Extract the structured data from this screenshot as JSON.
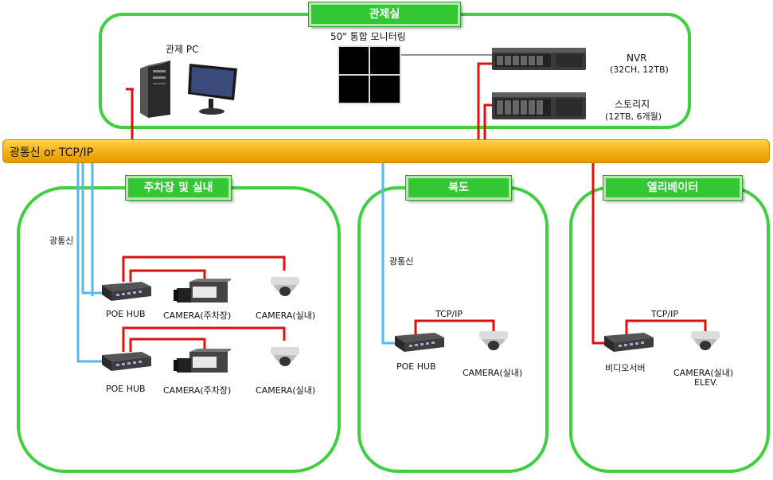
{
  "control_room": {
    "title": "관제실",
    "pc_label": "관제 PC",
    "monitor_label": "50\" 통합 모니터링",
    "nvr_label": "NVR",
    "nvr_spec": "(32CH, 12TB)",
    "storage_label": "스토리지",
    "storage_spec": "(12TB, 6개월)"
  },
  "bus": {
    "label": "광통신 or TCP/IP"
  },
  "parking": {
    "title": "주차장 및 실내",
    "fiber_label": "광통신",
    "row1": {
      "hub": "POE HUB",
      "cam_box": "CAMERA(주차장)",
      "cam_dome": "CAMERA(실내)"
    },
    "row2": {
      "hub": "POE HUB",
      "cam_box": "CAMERA(주차장)",
      "cam_dome": "CAMERA(실내)"
    }
  },
  "corridor": {
    "title": "복도",
    "fiber_label": "광통신",
    "link_label": "TCP/IP",
    "hub": "POE HUB",
    "cam": "CAMERA(실내)"
  },
  "elevator": {
    "title": "엘리베이터",
    "link_label": "TCP/IP",
    "server": "비디오서버",
    "cam_line1": "CAMERA(실내)",
    "cam_line2": "ELEV."
  },
  "colors": {
    "frame": "#3fcf3f",
    "badge": "#33c733",
    "bus": "#f2ad10",
    "power_line": "#e01010",
    "fiber_line": "#59b7ea"
  }
}
